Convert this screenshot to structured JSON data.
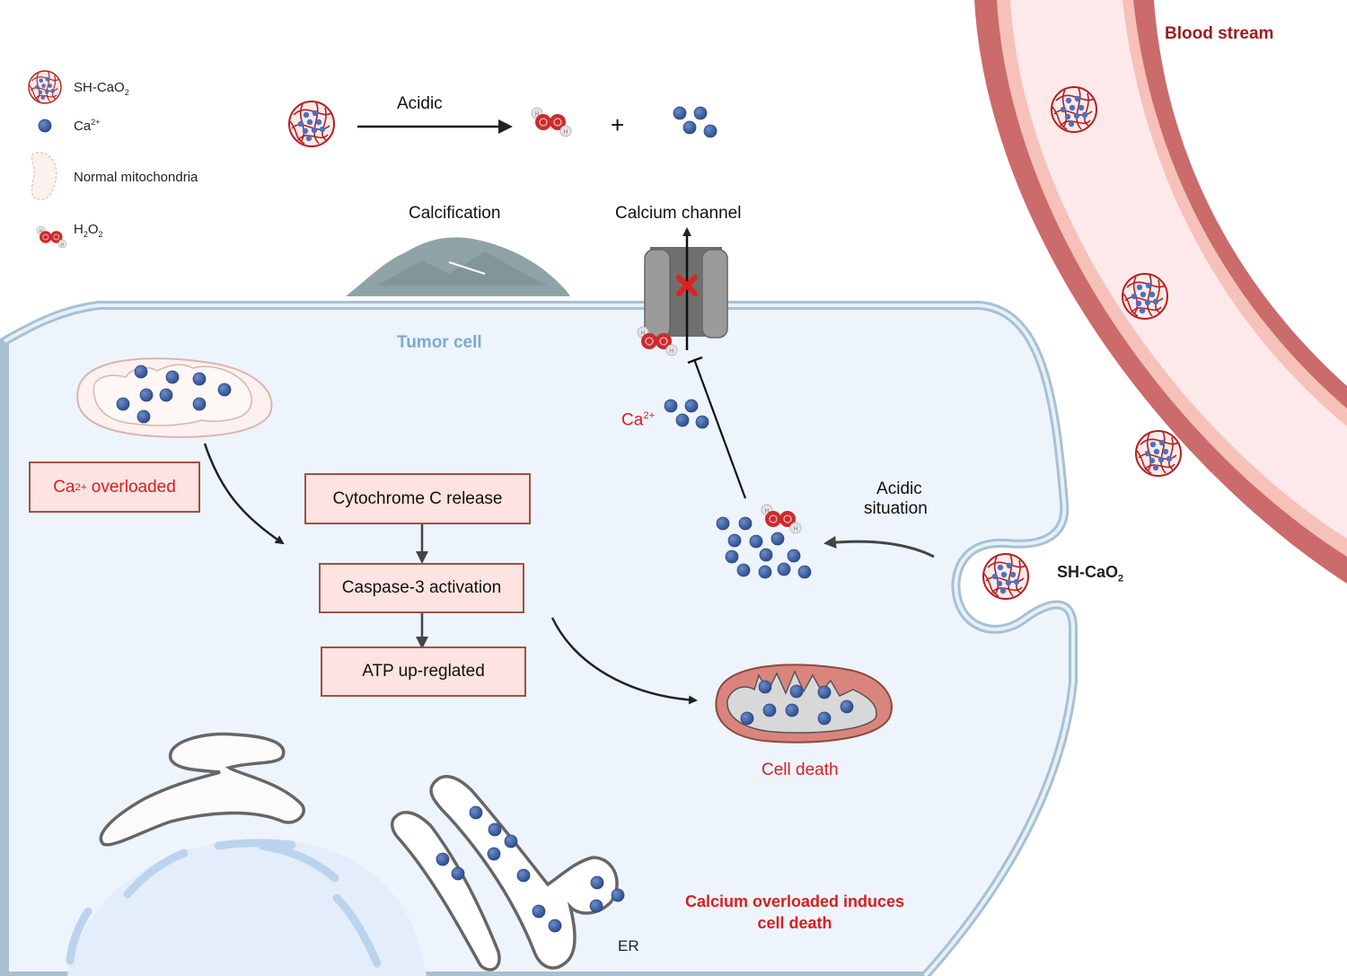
{
  "legend": {
    "items": [
      {
        "icon": "nanoparticle-icon",
        "label_main": "SH-CaO",
        "label_sub": "2"
      },
      {
        "icon": "calcium-ion-icon",
        "label_main": "Ca",
        "label_sup": "2+"
      },
      {
        "icon": "mitochondria-icon",
        "label_main": "Normal mitochondria"
      },
      {
        "icon": "hydrogen-peroxide-icon",
        "label_main": "H",
        "label_sub1": "2",
        "label_mid": "O",
        "label_sub2": "2"
      }
    ]
  },
  "reaction": {
    "condition": "Acidic",
    "plus": "+"
  },
  "labels": {
    "calcification": "Calcification",
    "calcium_channel": "Calcium channel",
    "tumor_cell": "Tumor cell",
    "blood_stream": "Blood stream",
    "ca_ion_main": "Ca",
    "ca_ion_sup": "2+",
    "acidic_line1": "Acidic",
    "acidic_line2": "situation",
    "sh_cao2_main": "SH-CaO",
    "sh_cao2_sub": "2",
    "cell_death": "Cell death",
    "conclusion_line1": "Calcium overloaded induces",
    "conclusion_line2": "cell death",
    "er": "ER"
  },
  "boxes": {
    "ca_overloaded_main": "Ca",
    "ca_overloaded_sup": "2+",
    "ca_overloaded_rest": " overloaded",
    "cytochrome": "Cytochrome C release",
    "caspase": "Caspase-3 activation",
    "atp": "ATP up-reglated"
  },
  "colors": {
    "cell_fill": "#edf4fc",
    "membrane": "#a9c0d0",
    "vessel_outer": "#cb6b6b",
    "vessel_mid": "#f5c1b9",
    "vessel_inner": "#fde9e9",
    "calcium_blue": "#3d5fa3",
    "accent_red": "#d81f1f",
    "box_fill": "#fde3e1",
    "box_border": "#9c5443"
  }
}
